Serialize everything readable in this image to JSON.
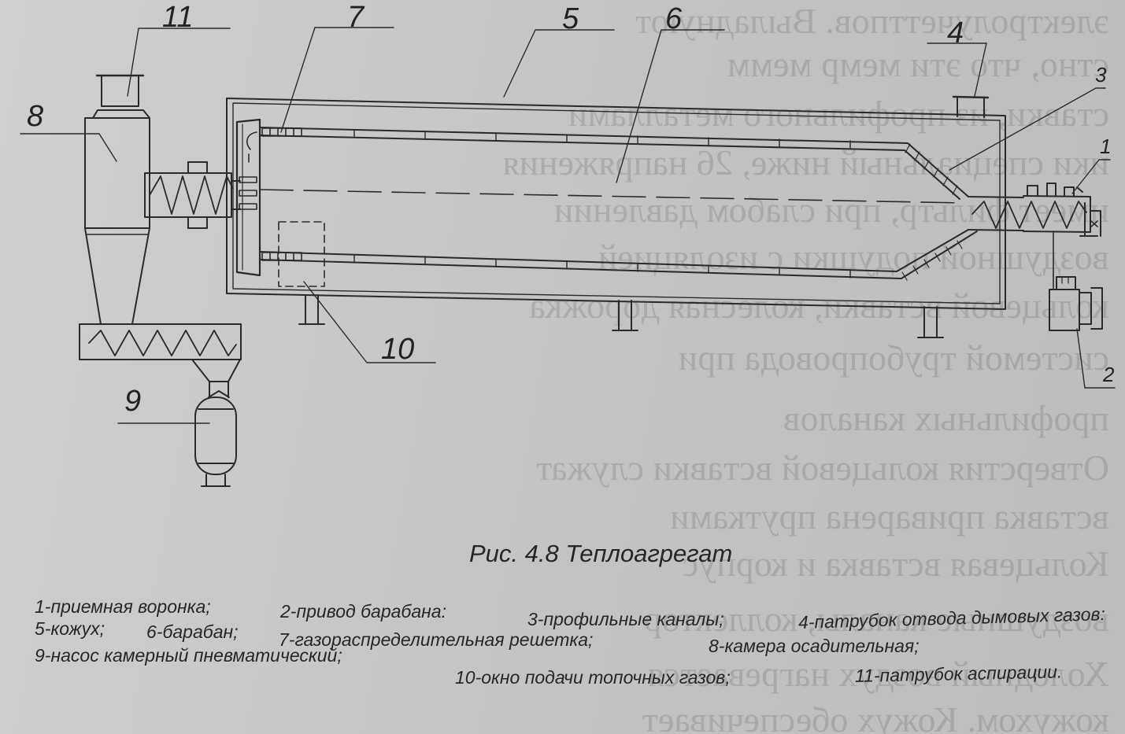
{
  "figure": {
    "caption": "Рис. 4.8 Теплоагрегат",
    "callouts": [
      "1",
      "2",
      "3",
      "4",
      "5",
      "6",
      "7",
      "8",
      "9",
      "10",
      "11"
    ],
    "legend_lines": [
      [
        "1-приемная воронка;",
        "2-привод барабана:",
        "3-профильные каналы;",
        "4-патрубок отвода дымовых газов:"
      ],
      [
        "5-кожух;",
        "6-барабан;",
        "7-газораспределительная решетка;",
        "8-камера осадительная;"
      ],
      [
        "9-насос камерный пневматический;",
        "10-окно подачи топочных газов;",
        "11-патрубок аспирации."
      ]
    ]
  },
  "background_text": [
    "электролучеттпов. Выладнуют",
    "стно, что эти мемр мемм",
    "ставки, из профильного металлами",
    "ики специальный ниже, 26 напряжения",
    "имеет фильтр, при слабом давлении",
    "воздушной подушки с изоляцией",
    "кольцевой вставки, колесная дорожка",
    "системой трубопровода при",
    "профильных каналов",
    "Отверстия кольцевой вставки служат",
    "вставка приварена прутками",
    "Кольцевая вставка и корпус",
    "воздушные каналы, коллектор",
    "Холодный воздух нагревается",
    "кожухом. Кожух обеспечивает"
  ]
}
